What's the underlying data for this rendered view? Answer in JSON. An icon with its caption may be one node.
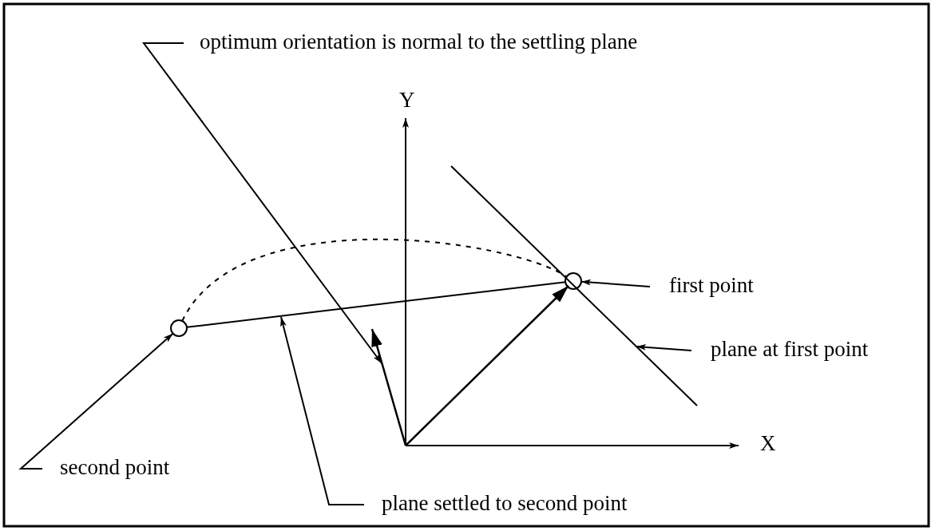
{
  "diagram": {
    "nodes": [
      {
        "text": [
          "optimum orientation is normal to the settling plane"
        ]
      },
      {
        "text": [
          "first point"
        ]
      },
      {
        "text": [
          "plane at first point"
        ]
      },
      {
        "text": [
          "second point"
        ]
      },
      {
        "text": [
          "plane settled to second point"
        ]
      },
      {
        "text": [],
        "shape": "circle"
      },
      {
        "text": [],
        "shape": "circle"
      }
    ],
    "edges": [
      {
        "from": 0,
        "to": null,
        "arrow": "to"
      },
      {
        "from": 1,
        "to": 5,
        "arrow": "to"
      },
      {
        "from": 2,
        "to": null,
        "arrow": "to"
      },
      {
        "from": 3,
        "to": 6,
        "arrow": "to"
      },
      {
        "from": 4,
        "to": null,
        "arrow": "to"
      },
      {
        "from": 6,
        "to": 5,
        "arrow": "none",
        "style": "dashed"
      },
      {
        "from": 6,
        "to": 5,
        "arrow": "none"
      }
    ],
    "labels": [
      "Y",
      "X"
    ]
  }
}
